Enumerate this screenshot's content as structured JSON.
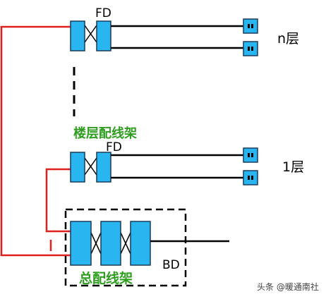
{
  "labels": {
    "fd_top": "FD",
    "floor_n": "n层",
    "floor_rack": "楼层配线架",
    "fd_mid": "FD",
    "floor_1": "1层",
    "bd": "BD",
    "main_rack": "总配线架"
  },
  "watermark": "头条 @暖通南社",
  "colors": {
    "panel_fill": "#29b6f0",
    "panel_stroke": "#1a3a5a",
    "riser_line": "#e0201c",
    "label_green": "#2e9e1f",
    "line": "#000000"
  }
}
